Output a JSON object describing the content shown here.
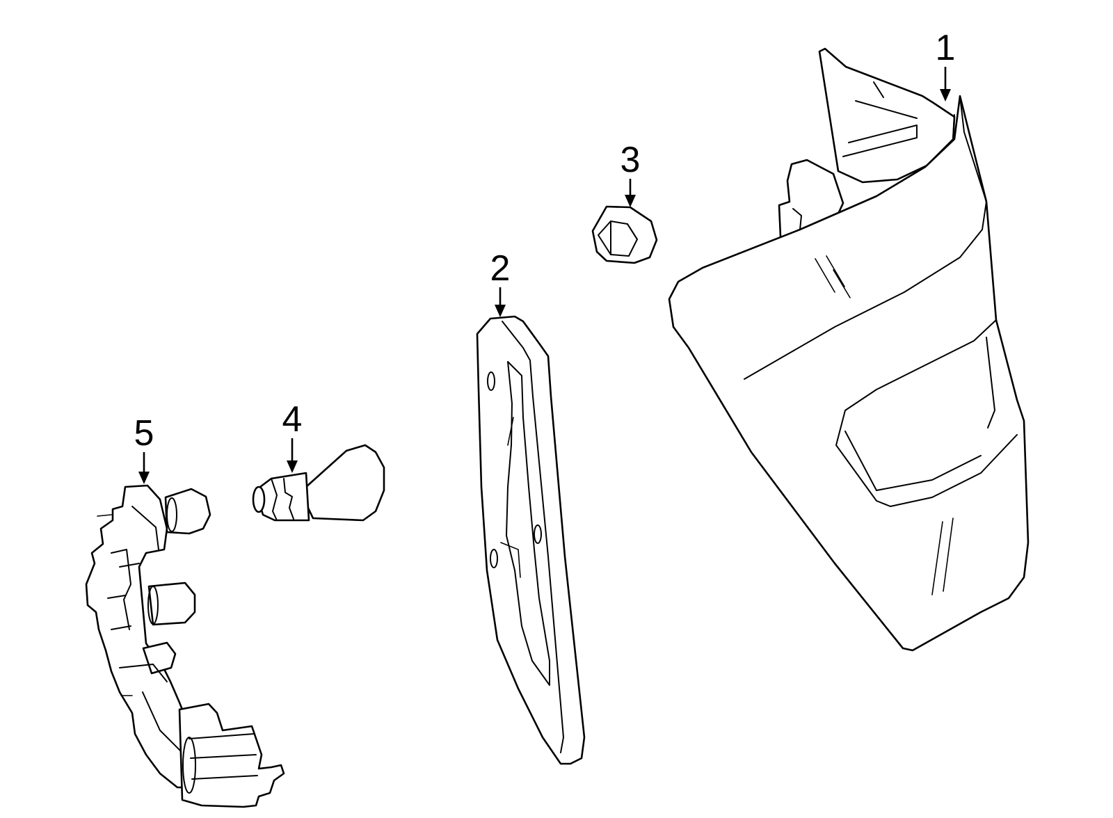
{
  "colors": {
    "line": "#000000",
    "background": "#ffffff"
  },
  "callouts": [
    {
      "number": "1",
      "part": "tail-lamp-assembly"
    },
    {
      "number": "2",
      "part": "gasket"
    },
    {
      "number": "3",
      "part": "nut"
    },
    {
      "number": "4",
      "part": "bulb"
    },
    {
      "number": "5",
      "part": "socket-and-wire-harness"
    }
  ]
}
